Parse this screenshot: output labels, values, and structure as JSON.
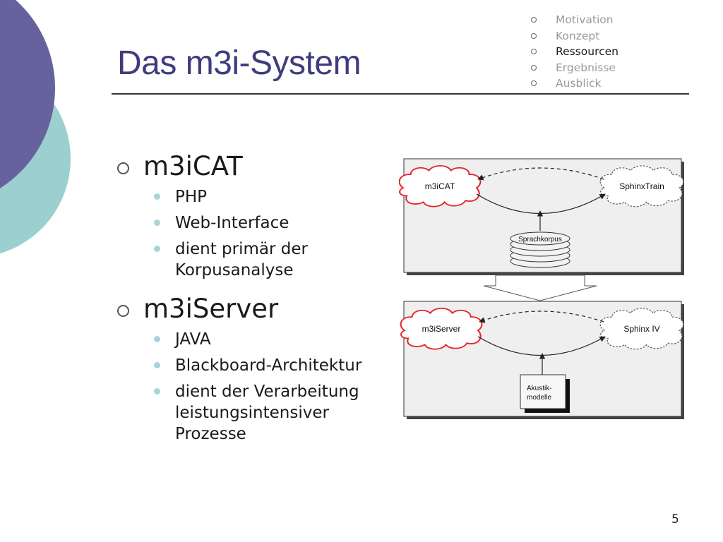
{
  "slide": {
    "title": "Das m3i-System",
    "page_number": "5"
  },
  "nav": {
    "items": [
      {
        "label": "Motivation",
        "active": false
      },
      {
        "label": "Konzept",
        "active": false
      },
      {
        "label": "Ressourcen",
        "active": true
      },
      {
        "label": "Ergebnisse",
        "active": false
      },
      {
        "label": "Ausblick",
        "active": false
      }
    ]
  },
  "sections": [
    {
      "heading": "m3iCAT",
      "bullets": [
        "PHP",
        "Web-Interface",
        "dient primär der Korpusanalyse"
      ]
    },
    {
      "heading": "m3iServer",
      "bullets": [
        "JAVA",
        "Blackboard-Architektur",
        "dient der Verarbeitung leistungsintensiver Prozesse"
      ]
    }
  ],
  "diagram": {
    "top_panel": {
      "left_node": "m3iCAT",
      "right_node": "SphinxTrain",
      "resource": "Sprachkorpus"
    },
    "bottom_panel": {
      "left_node": "m3iServer",
      "right_node": "Sphinx IV",
      "resource_line1": "Akustik-",
      "resource_line2": "modelle"
    }
  },
  "colors": {
    "title": "#3f3c7e",
    "deco_dark": "#65629d",
    "deco_teal": "#9ccfd0",
    "cloud_red": "#e3272b",
    "bullet_teal": "#a8d4d6"
  }
}
